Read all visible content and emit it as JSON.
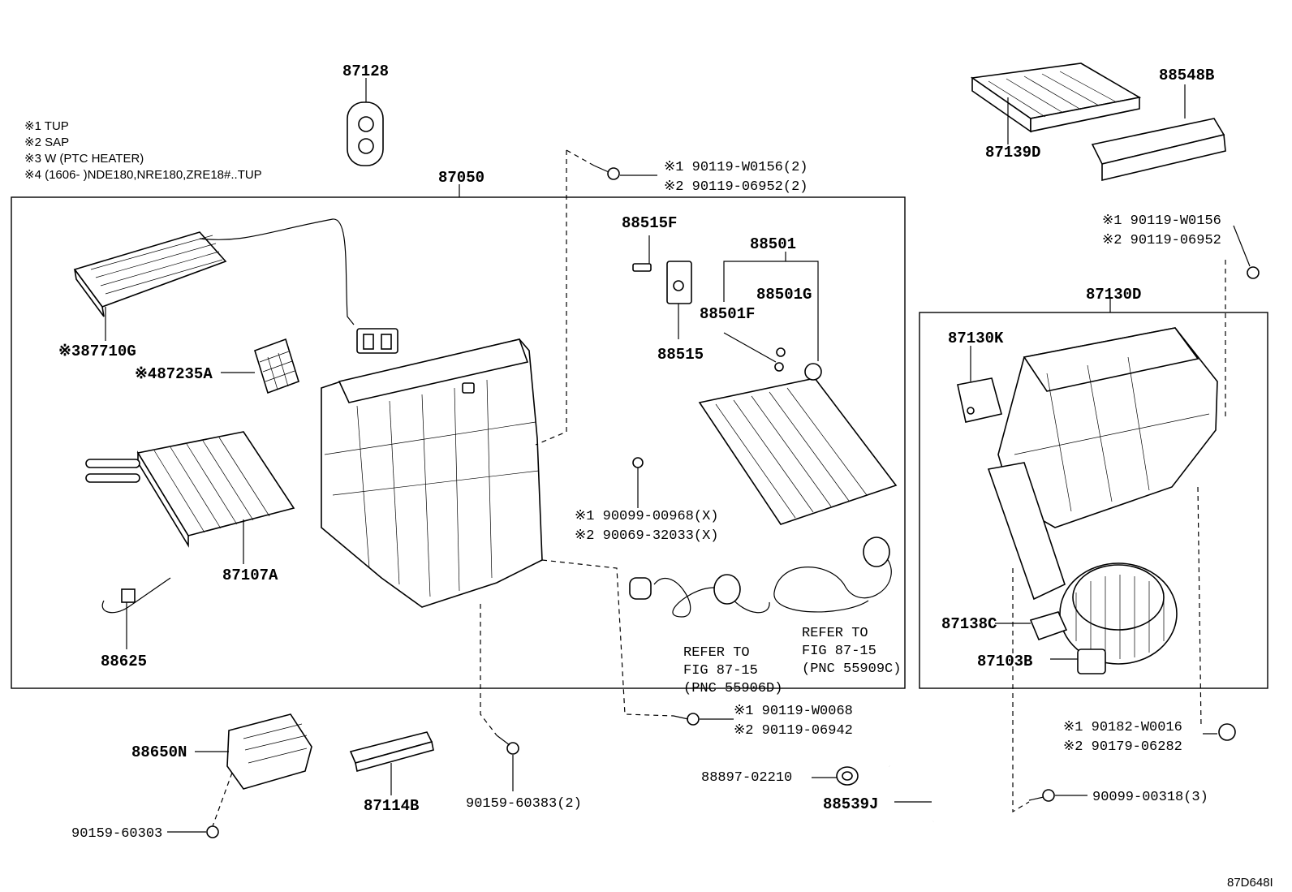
{
  "notes": [
    "※1 TUP",
    "※2 SAP",
    "※3 W (PTC HEATER)",
    "※4 (1606-        )NDE180,NRE180,ZRE18#..TUP"
  ],
  "labels": {
    "p87128": "87128",
    "p87050": "87050",
    "p87710g": "※387710G",
    "p87235a": "※487235A",
    "p87107a": "87107A",
    "p88625": "88625",
    "p88515f": "88515F",
    "p88515": "88515",
    "p88501": "88501",
    "p88501g": "88501G",
    "p88501f": "88501F",
    "p87139d": "87139D",
    "p88548b": "88548B",
    "p87130d": "87130D",
    "p87130k": "87130K",
    "p87138c": "87138C",
    "p87103b": "87103B",
    "p88650n": "88650N",
    "p87114b": "87114B",
    "p88539j": "88539J",
    "p88897": "88897-02210",
    "p90159a": "90159-60383(2)",
    "p90159b": "90159-60303",
    "p90099_318": "90099-00318(3)"
  },
  "bolts": {
    "top_center_1": "※1 90119-W0156(2)",
    "top_center_2": "※2 90119-06952(2)",
    "top_right_1": "※1 90119-W0156",
    "top_right_2": "※2 90119-06952",
    "mid_1": "※1 90099-00968(X)",
    "mid_2": "※2 90069-32033(X)",
    "low_1": "※1 90119-W0068",
    "low_2": "※2 90119-06942",
    "right_low_1": "※1 90182-W0016",
    "right_low_2": "※2 90179-06282"
  },
  "refs": {
    "ref_a_1": "REFER TO",
    "ref_a_2": "FIG 87-15",
    "ref_a_3": "(PNC 55906D)",
    "ref_b_1": "REFER TO",
    "ref_b_2": "FIG 87-15",
    "ref_b_3": "(PNC 55909C)"
  },
  "figure_id": "87D648I"
}
